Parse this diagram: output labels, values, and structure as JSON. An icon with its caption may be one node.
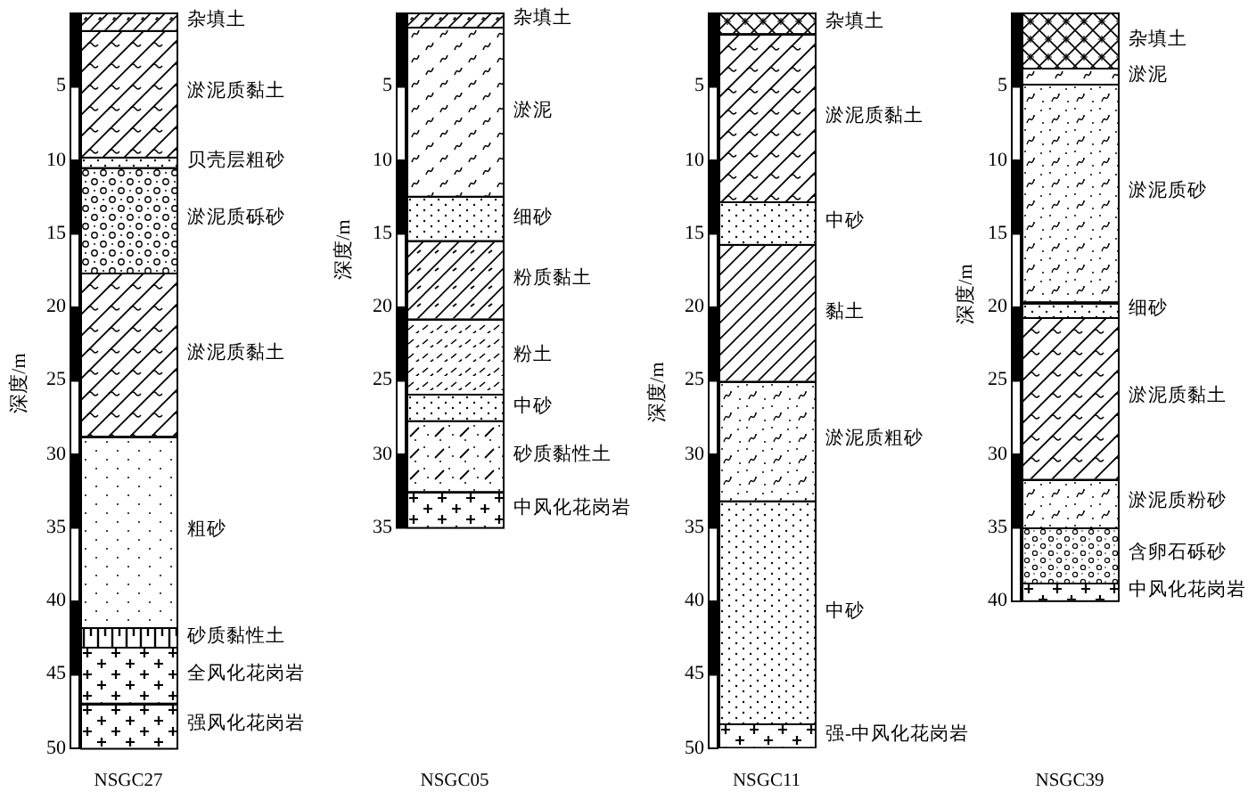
{
  "diagram": {
    "nodes": [
      {
        "text": [
          "杂填土"
        ]
      },
      {
        "text": [
          "淤泥质黏土"
        ]
      },
      {
        "text": [
          "贝壳层粗砂"
        ]
      },
      {
        "text": [
          "淤泥质砾砂"
        ]
      },
      {
        "text": [
          "淤泥质黏土"
        ]
      },
      {
        "text": [
          "粗砂"
        ]
      },
      {
        "text": [
          "砂质黏性土"
        ]
      },
      {
        "text": [
          "全风化花岗岩"
        ]
      },
      {
        "text": [
          "强风化花岗岩"
        ]
      },
      {
        "text": [
          "杂填土"
        ]
      },
      {
        "text": [
          "淤泥"
        ]
      },
      {
        "text": [
          "细砂"
        ]
      },
      {
        "text": [
          "粉质黏土"
        ]
      },
      {
        "text": [
          "粉土"
        ]
      },
      {
        "text": [
          "中砂"
        ]
      },
      {
        "text": [
          "砂质黏性土"
        ]
      },
      {
        "text": [
          "中风化花岗岩"
        ]
      },
      {
        "text": [
          "杂填土"
        ]
      },
      {
        "text": [
          "淤泥质黏土"
        ]
      },
      {
        "text": [
          "中砂"
        ]
      },
      {
        "text": [
          "黏土"
        ]
      },
      {
        "text": [
          "淤泥质粗砂"
        ]
      },
      {
        "text": [
          "中砂"
        ]
      },
      {
        "text": [
          "强-中风化花岗岩"
        ]
      },
      {
        "text": [
          "杂填土"
        ]
      },
      {
        "text": [
          "淤泥"
        ]
      },
      {
        "text": [
          "淤泥质砂"
        ]
      },
      {
        "text": [
          "细砂"
        ]
      },
      {
        "text": [
          "淤泥质黏土"
        ]
      },
      {
        "text": [
          "淤泥质粉砂"
        ]
      },
      {
        "text": [
          "含卵石砾砂"
        ]
      },
      {
        "text": [
          "中风化花岗岩"
        ]
      }
    ],
    "labels": [
      "深度/m",
      "5",
      "10",
      "15",
      "20",
      "25",
      "30",
      "35",
      "40",
      "45",
      "50",
      "NSGC27",
      "深度/m",
      "5",
      "10",
      "15",
      "20",
      "25",
      "30",
      "35",
      "NSGC05",
      "深度/m",
      "5",
      "10",
      "15",
      "20",
      "25",
      "30",
      "35",
      "40",
      "45",
      "50",
      "NSGC11",
      "深度/m",
      "5",
      "10",
      "15",
      "20",
      "25",
      "30",
      "35",
      "40",
      "NSGC39"
    ]
  }
}
